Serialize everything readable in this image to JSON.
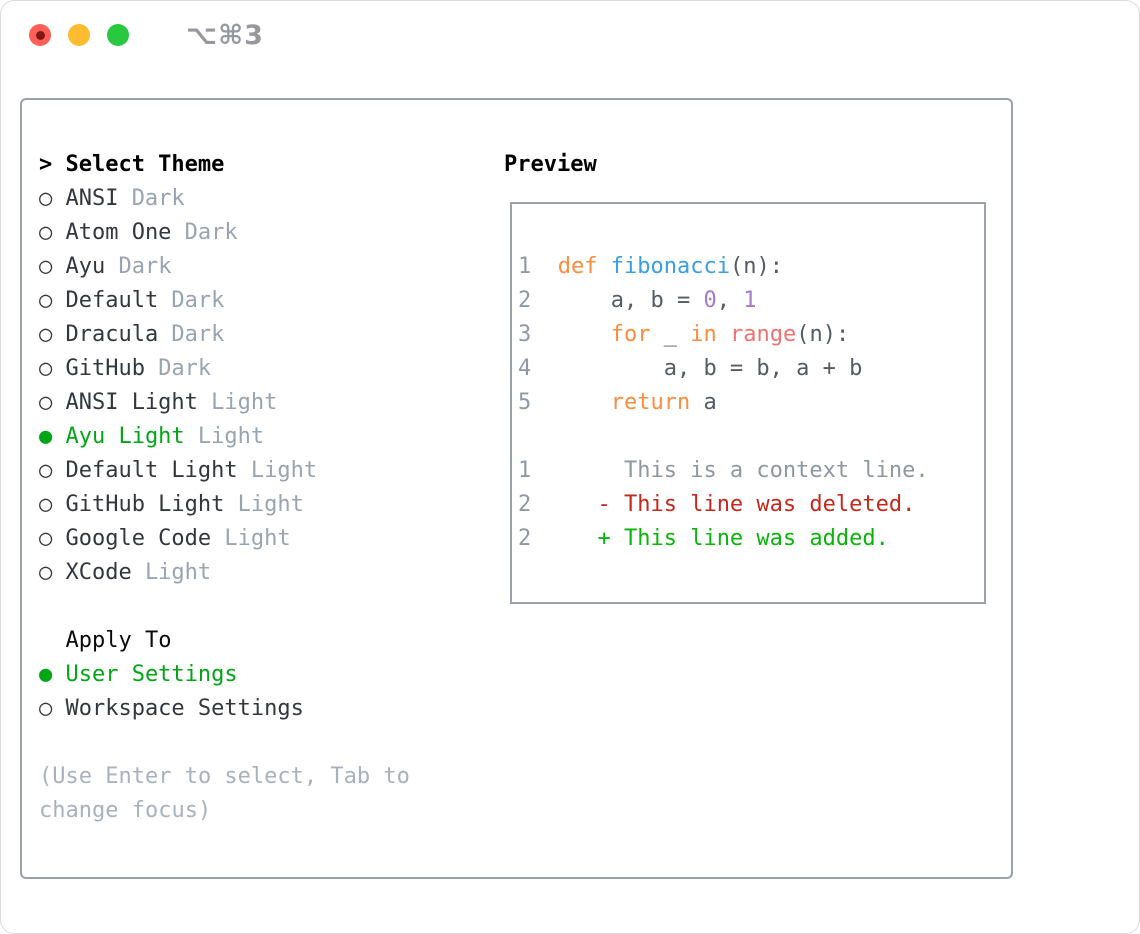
{
  "window": {
    "shortcut": "⌥⌘3"
  },
  "colors": {
    "accent": "#00a616",
    "item_name": "#33373c",
    "tag_gray": "#9aa4b0",
    "hint_gray": "#a9b2bc",
    "border_gray": "#9aa1a9",
    "tl_red": "#ff5f57",
    "tl_red_dot": "#7e1a12",
    "tl_yellow": "#febc2e",
    "tl_green": "#28c840",
    "shortcut_gray": "#97989d",
    "kw": "#fa8d3e",
    "fn": "#399ee6",
    "call": "#f07171",
    "numlit": "#a37acc",
    "plain": "#545b62",
    "linenum": "#9099a3",
    "ctx": "#8f979f",
    "del": "#c5281c",
    "add": "#09b509"
  },
  "theme_list": {
    "title_prefix": ">",
    "title": "Select Theme",
    "items": [
      {
        "marker": "○",
        "name": "ANSI",
        "tag": "Dark",
        "selected": false
      },
      {
        "marker": "○",
        "name": "Atom One",
        "tag": "Dark",
        "selected": false
      },
      {
        "marker": "○",
        "name": "Ayu",
        "tag": "Dark",
        "selected": false
      },
      {
        "marker": "○",
        "name": "Default",
        "tag": "Dark",
        "selected": false
      },
      {
        "marker": "○",
        "name": "Dracula",
        "tag": "Dark",
        "selected": false
      },
      {
        "marker": "○",
        "name": "GitHub",
        "tag": "Dark",
        "selected": false
      },
      {
        "marker": "○",
        "name": "ANSI Light",
        "tag": "Light",
        "selected": false
      },
      {
        "marker": "●",
        "name": "Ayu Light",
        "tag": "Light",
        "selected": true
      },
      {
        "marker": "○",
        "name": "Default Light",
        "tag": "Light",
        "selected": false
      },
      {
        "marker": "○",
        "name": "GitHub Light",
        "tag": "Light",
        "selected": false
      },
      {
        "marker": "○",
        "name": "Google Code",
        "tag": "Light",
        "selected": false
      },
      {
        "marker": "○",
        "name": "XCode",
        "tag": "Light",
        "selected": false
      }
    ]
  },
  "apply_to": {
    "title": "Apply To",
    "options": [
      {
        "marker": "●",
        "label": "User Settings",
        "selected": true
      },
      {
        "marker": "○",
        "label": "Workspace Settings",
        "selected": false
      }
    ]
  },
  "hint": {
    "text": "(Use Enter to select, Tab to change focus)"
  },
  "preview": {
    "title": "Preview",
    "lines": [
      [
        [
          "1",
          "ln"
        ],
        [
          "  ",
          "pl"
        ],
        [
          "def",
          "kw"
        ],
        [
          " ",
          "pl"
        ],
        [
          "fibonacci",
          "fn"
        ],
        [
          "(n):",
          "pl"
        ]
      ],
      [
        [
          "2",
          "ln"
        ],
        [
          "      ",
          "pl"
        ],
        [
          "a, b = ",
          "pl"
        ],
        [
          "0",
          "num"
        ],
        [
          ", ",
          "pl"
        ],
        [
          "1",
          "num"
        ]
      ],
      [
        [
          "3",
          "ln"
        ],
        [
          "      ",
          "pl"
        ],
        [
          "for",
          "kw"
        ],
        [
          " _ ",
          "pl"
        ],
        [
          "in",
          "kw"
        ],
        [
          " ",
          "pl"
        ],
        [
          "range",
          "call"
        ],
        [
          "(n):",
          "pl"
        ]
      ],
      [
        [
          "4",
          "ln"
        ],
        [
          "          ",
          "pl"
        ],
        [
          "a, b = b, a + b",
          "pl"
        ]
      ],
      [
        [
          "5",
          "ln"
        ],
        [
          "      ",
          "pl"
        ],
        [
          "return",
          "kw"
        ],
        [
          " a",
          "pl"
        ]
      ],
      [],
      [
        [
          "1",
          "ln"
        ],
        [
          "       ",
          "pl"
        ],
        [
          "This is a context line.",
          "ctx"
        ]
      ],
      [
        [
          "2",
          "ln"
        ],
        [
          "     ",
          "pl"
        ],
        [
          "- This line was deleted.",
          "del"
        ]
      ],
      [
        [
          "2",
          "ln"
        ],
        [
          "     ",
          "pl"
        ],
        [
          "+ This line was added.",
          "add"
        ]
      ]
    ]
  }
}
